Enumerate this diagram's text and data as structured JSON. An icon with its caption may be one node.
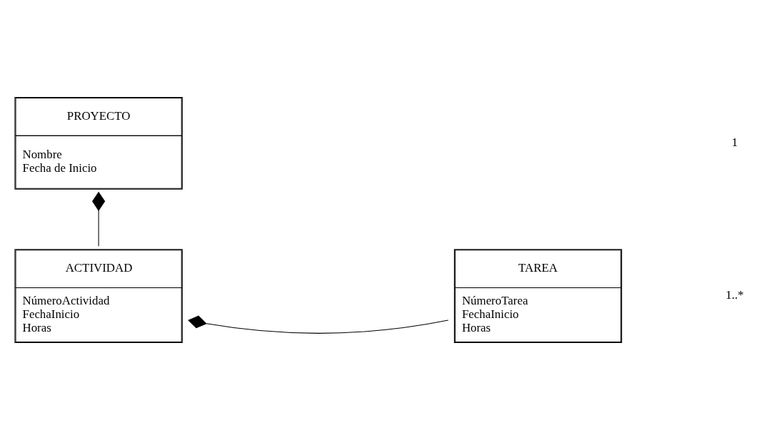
{
  "diagram": {
    "nodes": [
      {
        "text": [
          "PROYECTO",
          "Nombre",
          "Fecha de Inicio"
        ]
      },
      {
        "text": [
          "ACTIVIDAD",
          "NúmeroActividad",
          "FechaInicio",
          "Horas"
        ]
      },
      {
        "text": [
          "TAREA",
          "NúmeroTarea",
          "FechaInicio",
          "Horas"
        ]
      }
    ],
    "edges": [
      {
        "from": 0,
        "to": 1,
        "arrow": "other"
      },
      {
        "from": 1,
        "to": 2,
        "arrow": "other"
      }
    ],
    "labels": [
      "1",
      "1..*"
    ]
  }
}
